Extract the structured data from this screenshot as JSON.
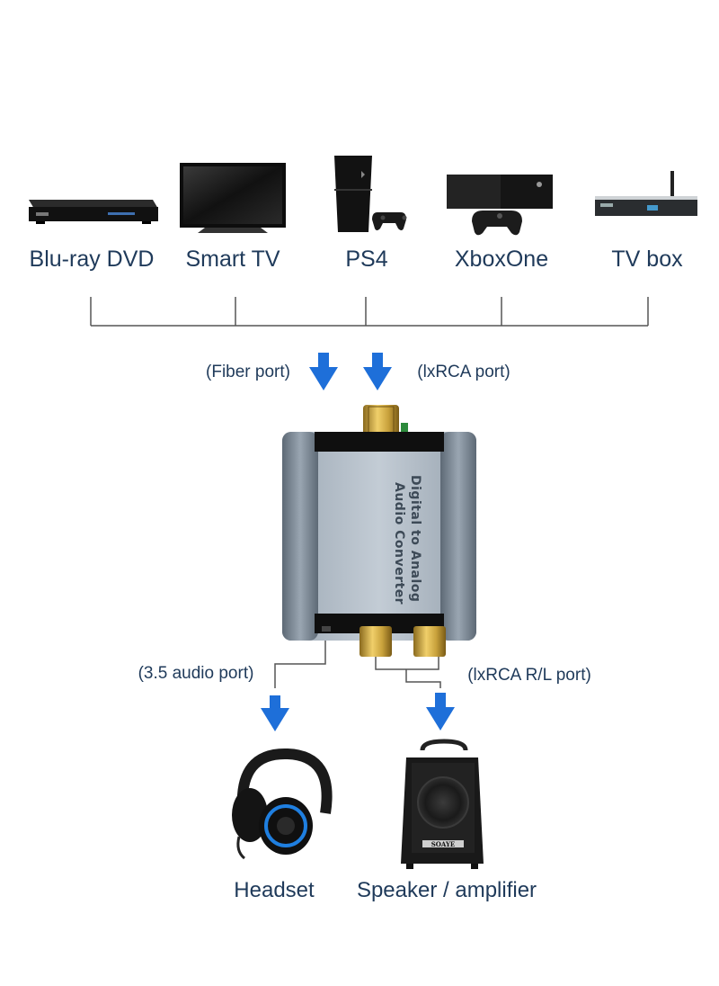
{
  "sources": [
    {
      "label": "Blu-ray DVD",
      "icon": "bluray-player-icon"
    },
    {
      "label": "Smart TV",
      "icon": "smart-tv-icon"
    },
    {
      "label": "PS4",
      "icon": "ps4-console-icon"
    },
    {
      "label": "XboxOne",
      "icon": "xbox-one-console-icon"
    },
    {
      "label": "TV box",
      "icon": "tv-box-icon"
    }
  ],
  "inputs": {
    "fiber_label": "(Fiber port)",
    "coax_label": "(lxRCA port)"
  },
  "device": {
    "line1": "Digital to Analog",
    "line2": "Audio Converter",
    "brand_text": "SOAYE"
  },
  "outputs_ports": {
    "audio_35_label": "(3.5 audio port)",
    "rca_rl_label": "(lxRCA R/L port)"
  },
  "outputs": [
    {
      "label": "Headset",
      "icon": "headset-icon"
    },
    {
      "label": "Speaker / amplifier",
      "icon": "speaker-icon"
    }
  ],
  "colors": {
    "text": "#1f3a5a",
    "arrow": "#1e6fd9",
    "connector": "#555555",
    "device_body": "#8a96a3"
  }
}
